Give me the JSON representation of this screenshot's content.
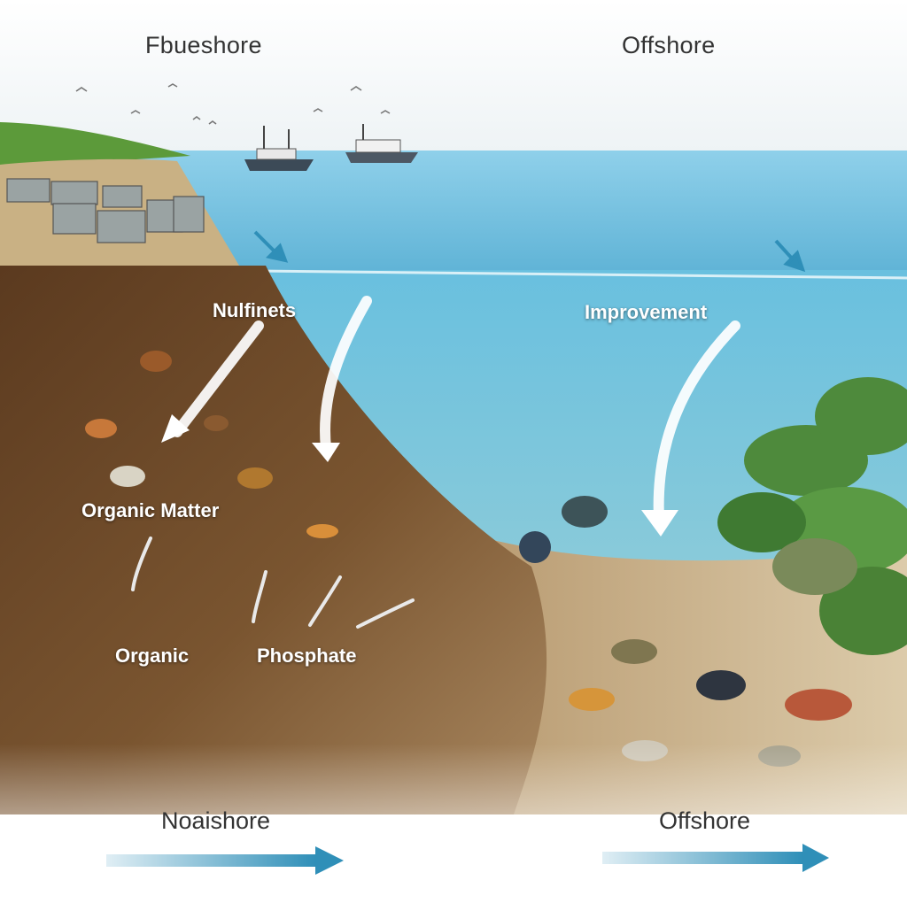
{
  "headings": {
    "left_top": "Fbueshore",
    "right_top": "Offshore",
    "left_bottom": "Noaishore",
    "right_bottom": "Offshore"
  },
  "annotations": {
    "nutrients": "Nulfinets",
    "improvement": "Improvement",
    "organic_matter": "Organic Matter",
    "organic": "Organic",
    "phosphate": "Phosphate"
  },
  "colors": {
    "sky": "#f4f7f8",
    "sea_surface": "#7ec4df",
    "deep_water": "#3f9cc4",
    "sediment_left": "#6e4a2a",
    "sand_right": "#d8c7a4",
    "grass": "#5c9a3a",
    "seaweed": "#4e8a3c",
    "flow_arrow": "#ffffff",
    "direction_arrow": "#2f8fb8"
  }
}
